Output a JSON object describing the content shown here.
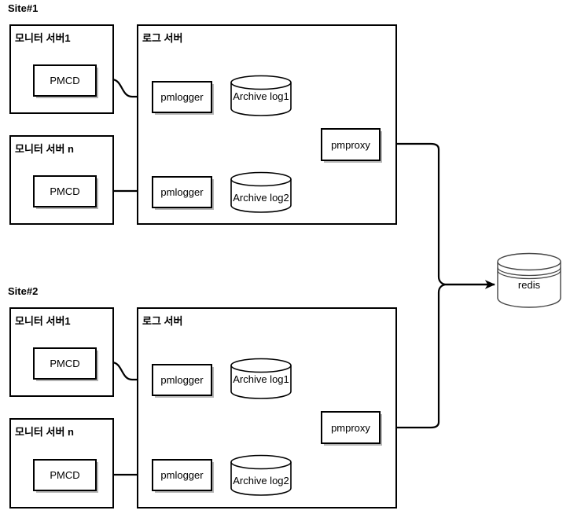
{
  "diagram": {
    "title_site1": "Site#1",
    "title_site2": "Site#2",
    "redis": {
      "label": "redis",
      "icon": "database-cylinder-icon"
    },
    "sites": [
      {
        "id": "site1",
        "label": "Site#1",
        "monitor_servers": [
          {
            "title": "모니터 서버1",
            "node": "PMCD"
          },
          {
            "title": "모니터 서버 n",
            "node": "PMCD"
          }
        ],
        "log_server": {
          "title": "로그 서버",
          "loggers": [
            "pmlogger",
            "pmlogger"
          ],
          "archives": [
            "Archive log1",
            "Archive log2"
          ],
          "proxy": "pmproxy"
        }
      },
      {
        "id": "site2",
        "label": "Site#2",
        "monitor_servers": [
          {
            "title": "모니터 서버1",
            "node": "PMCD"
          },
          {
            "title": "모니터 서버 n",
            "node": "PMCD"
          }
        ],
        "log_server": {
          "title": "로그 서버",
          "loggers": [
            "pmlogger",
            "pmlogger"
          ],
          "archives": [
            "Archive log1",
            "Archive log2"
          ],
          "proxy": "pmproxy"
        }
      }
    ],
    "colors": {
      "stroke": "#000000",
      "background": "#ffffff",
      "shadow": "#787878"
    }
  }
}
